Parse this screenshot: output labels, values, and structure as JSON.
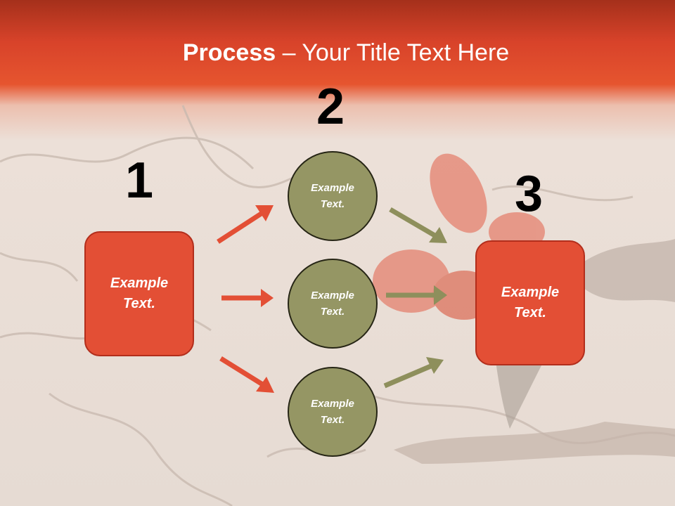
{
  "slide": {
    "title_bold": "Process",
    "title_rest": " – Your Title Text Here",
    "steps": [
      {
        "number": "1",
        "text": "Example\nText."
      },
      {
        "number": "2",
        "text": "Example\nText."
      },
      {
        "number": "3",
        "text": "Example\nText."
      }
    ],
    "circles": [
      {
        "text": "Example\nText."
      },
      {
        "text": "Example\nText."
      },
      {
        "text": "Example\nText."
      }
    ]
  },
  "colors": {
    "banner": "#d8432a",
    "box_fill": "#e34f35",
    "circle_fill": "#959664",
    "red_arrow": "#e34f35",
    "olive_arrow": "#8e8f5c"
  }
}
